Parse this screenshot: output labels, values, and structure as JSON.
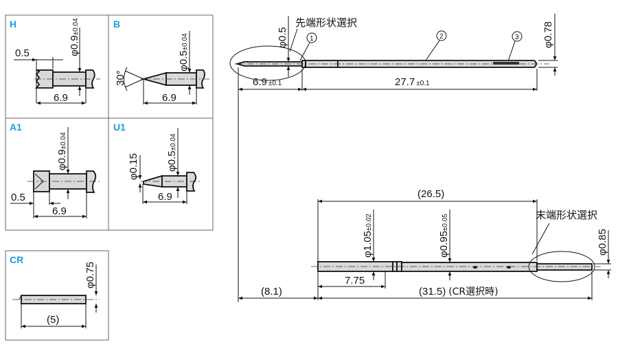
{
  "tip_options": {
    "H": {
      "code": "H",
      "dia": "φ0.9",
      "tol": "±0.04",
      "len": "6.9",
      "step": "0.5"
    },
    "B": {
      "code": "B",
      "dia": "φ0.5",
      "tol": "±0.04",
      "len": "6.9",
      "angle": "30°"
    },
    "A1": {
      "code": "A1",
      "dia": "φ0.9",
      "tol": "±0.04",
      "len": "6.9",
      "step": "0.5"
    },
    "U1": {
      "code": "U1",
      "dia": "φ0.5",
      "tol": "±0.04",
      "len": "6.9",
      "tip_dia": "φ0.15"
    }
  },
  "tail_option": {
    "code": "CR",
    "dia": "φ0.75",
    "len": "(5)"
  },
  "plunger": {
    "tip_label": "先端形状選択",
    "tip_dia": "φ0.5",
    "body_dia": "φ0.78",
    "tip_len": "6.9",
    "tip_len_tol": "±0.1",
    "body_len": "27.7",
    "body_len_tol": "±0.1",
    "markers": [
      "1",
      "2",
      "3"
    ]
  },
  "barrel": {
    "tail_label": "末端形状選択",
    "overall": "(26.5)",
    "flange_dia": "φ1.05",
    "flange_tol": "±0.02",
    "body_dia": "φ0.95",
    "body_tol": "±0.05",
    "tail_dia": "φ0.85",
    "flange_pos": "7.75",
    "offset": "(8.1)",
    "total": "(31.5)",
    "total_note": "(CR選択時)"
  }
}
